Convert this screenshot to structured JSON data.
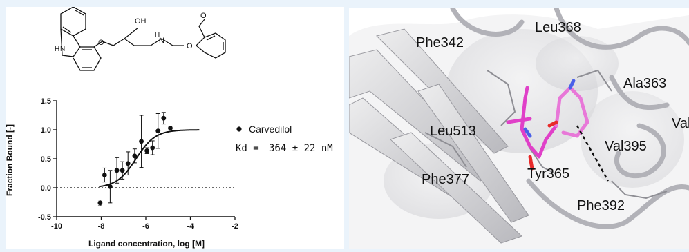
{
  "molecule": {
    "labels": [
      "OH",
      "H",
      "N",
      "O",
      "H",
      "N",
      "O",
      "O"
    ]
  },
  "chart_data": {
    "type": "scatter",
    "xlabel": "Ligand concentration, log [M]",
    "ylabel": "Fraction Bound [-]",
    "xlim": [
      -10,
      -2
    ],
    "ylim": [
      -0.5,
      1.5
    ],
    "xticks": [
      -10,
      -8,
      -6,
      -4,
      -2
    ],
    "yticks": [
      -0.5,
      0.0,
      0.5,
      1.0,
      1.5
    ],
    "ytick_labels": [
      "-0.5",
      "0.0",
      "0.5",
      "1.0",
      "1.5"
    ],
    "grid": false,
    "baseline": 0.0,
    "legend": {
      "series_name": "Carvedilol",
      "kd_label": "Kd =",
      "kd_value": "364 ± 22 nM",
      "position": "right"
    },
    "series": [
      {
        "name": "Carvedilol",
        "points": [
          {
            "x": -8.05,
            "y": -0.26,
            "err": 0.05
          },
          {
            "x": -7.85,
            "y": 0.22,
            "err": 0.12
          },
          {
            "x": -7.6,
            "y": 0.02,
            "err": 0.28
          },
          {
            "x": -7.3,
            "y": 0.3,
            "err": 0.22
          },
          {
            "x": -7.05,
            "y": 0.3,
            "err": 0.15
          },
          {
            "x": -6.8,
            "y": 0.42,
            "err": 0.2
          },
          {
            "x": -6.5,
            "y": 0.55,
            "err": 0.12
          },
          {
            "x": -6.2,
            "y": 0.8,
            "err": 0.45
          },
          {
            "x": -5.95,
            "y": 0.64,
            "err": 0.05
          },
          {
            "x": -5.7,
            "y": 0.69,
            "err": 0.12
          },
          {
            "x": -5.45,
            "y": 0.98,
            "err": 0.3
          },
          {
            "x": -5.2,
            "y": 1.2,
            "err": 0.1
          },
          {
            "x": -4.9,
            "y": 1.03,
            "err": 0.0
          }
        ]
      }
    ],
    "fit": {
      "bottom": 0.0,
      "top": 1.0,
      "logkd": -6.44,
      "xmin": -8.1,
      "xmax": -3.6
    }
  },
  "structure_labels": [
    {
      "text": "Phe342"
    },
    {
      "text": "Leu368"
    },
    {
      "text": "Ala363"
    },
    {
      "text": "Val"
    },
    {
      "text": "Leu513"
    },
    {
      "text": "Val395"
    },
    {
      "text": "Tyr365"
    },
    {
      "text": "Phe377"
    },
    {
      "text": "Phe392"
    }
  ],
  "colors": {
    "ligand": "#e040c8",
    "nitrogen": "#4a60e8",
    "oxygen": "#e82a2a",
    "protein": "#c8c8cc"
  }
}
